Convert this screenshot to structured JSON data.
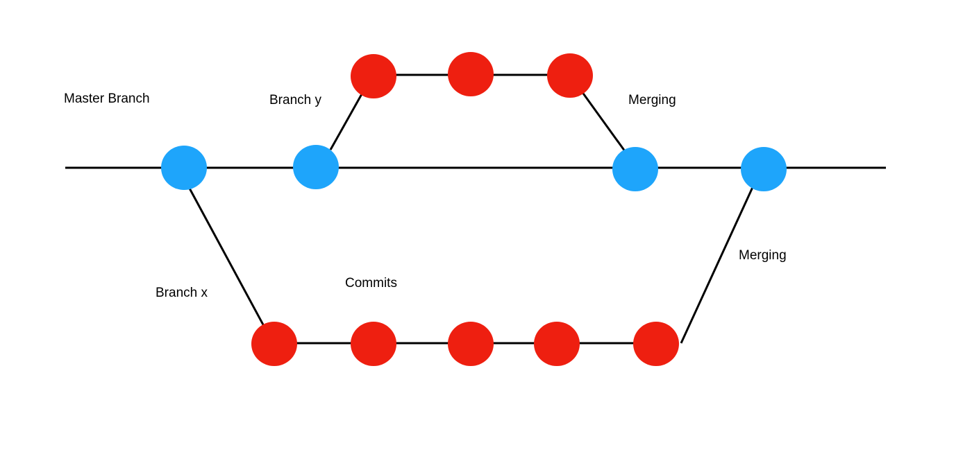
{
  "labels": {
    "master_branch": "Master Branch",
    "branch_y": "Branch y",
    "merging_upper": "Merging",
    "merging_lower": "Merging",
    "branch_x": "Branch x",
    "commits": "Commits"
  },
  "colors": {
    "master_commit": "#1ea5fb",
    "branch_commit": "#ee1f10",
    "line": "#000000",
    "background": "#ffffff"
  },
  "branches": {
    "master": {
      "commit_count": 4
    },
    "branch_y": {
      "commit_count": 3
    },
    "branch_x": {
      "commit_count": 5
    }
  }
}
